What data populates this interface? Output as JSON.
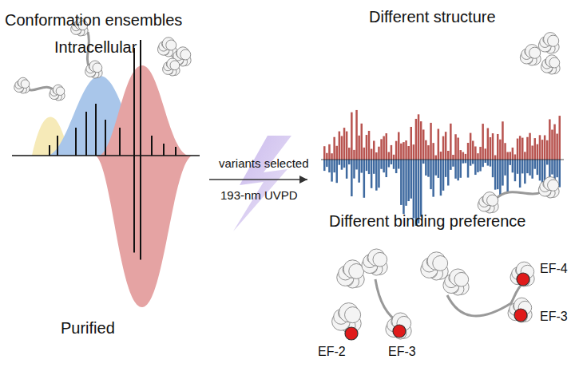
{
  "diagram": {
    "labels": [
      "Conformation ensembles",
      "Intracellular",
      "Purified",
      "variants selected",
      "193-nm UVPD",
      "Different structure",
      "Different binding preference",
      "EF-2",
      "EF-3",
      "EF-4",
      "EF-3"
    ]
  }
}
